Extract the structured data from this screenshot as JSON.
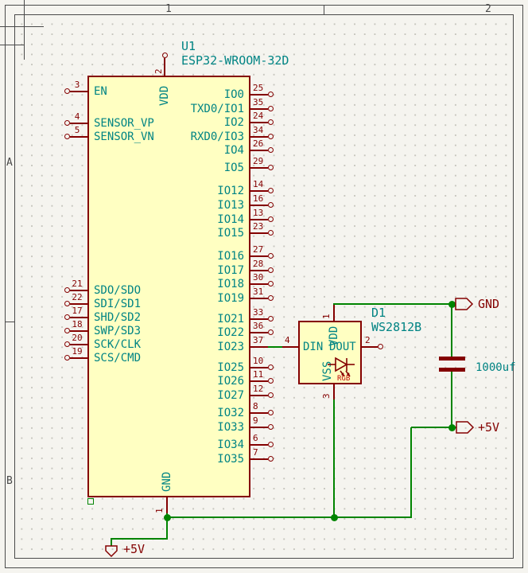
{
  "sheet": {
    "frame": {
      "columns": [
        "1",
        "2"
      ],
      "rows": [
        "A",
        "B"
      ]
    }
  },
  "components": {
    "esp32": {
      "reference": "U1",
      "value": "ESP32-WROOM-32D",
      "top_pin": {
        "name": "VDD",
        "number": "2"
      },
      "bottom_pin": {
        "name": "GND",
        "number": "1"
      },
      "left_pins": [
        {
          "name": "EN",
          "number": "3"
        },
        {
          "name": "SENSOR_VP",
          "number": "4"
        },
        {
          "name": "SENSOR_VN",
          "number": "5"
        },
        {
          "name": "SDO/SDO",
          "number": "21"
        },
        {
          "name": "SDI/SD1",
          "number": "22"
        },
        {
          "name": "SHD/SD2",
          "number": "17"
        },
        {
          "name": "SWP/SD3",
          "number": "18"
        },
        {
          "name": "SCK/CLK",
          "number": "20"
        },
        {
          "name": "SCS/CMD",
          "number": "19"
        }
      ],
      "right_pins": [
        {
          "name": "IO0",
          "number": "25"
        },
        {
          "name": "TXD0/IO1",
          "number": "35"
        },
        {
          "name": "IO2",
          "number": "24"
        },
        {
          "name": "RXD0/IO3",
          "number": "34"
        },
        {
          "name": "IO4",
          "number": "26"
        },
        {
          "name": "IO5",
          "number": "29"
        },
        {
          "name": "IO12",
          "number": "14"
        },
        {
          "name": "IO13",
          "number": "16"
        },
        {
          "name": "IO14",
          "number": "13"
        },
        {
          "name": "IO15",
          "number": "23"
        },
        {
          "name": "IO16",
          "number": "27"
        },
        {
          "name": "IO17",
          "number": "28"
        },
        {
          "name": "IO18",
          "number": "30"
        },
        {
          "name": "IO19",
          "number": "31"
        },
        {
          "name": "IO21",
          "number": "33"
        },
        {
          "name": "IO22",
          "number": "36"
        },
        {
          "name": "IO23",
          "number": "37",
          "connected": true
        },
        {
          "name": "IO25",
          "number": "10"
        },
        {
          "name": "IO26",
          "number": "11"
        },
        {
          "name": "IO27",
          "number": "12"
        },
        {
          "name": "IO32",
          "number": "8"
        },
        {
          "name": "IO33",
          "number": "9"
        },
        {
          "name": "IO34",
          "number": "6"
        },
        {
          "name": "IO35",
          "number": "7"
        }
      ]
    },
    "led": {
      "reference": "D1",
      "value": "WS2812B",
      "pins": {
        "din": {
          "name": "DIN",
          "number": "4"
        },
        "vdd": {
          "name": "VDD",
          "number": "1"
        },
        "dout": {
          "name": "DOUT",
          "number": "2"
        },
        "vss": {
          "name": "VSS",
          "number": "3"
        }
      },
      "rgb_label": "RGB"
    },
    "capacitor": {
      "value": "1000uf"
    }
  },
  "power_labels": {
    "gnd": "GND",
    "v5_right": "+5V",
    "v5_bottom": "+5V"
  },
  "colors": {
    "wire": "#008400",
    "symbol_outline": "#840000",
    "pin_name": "#008484",
    "symbol_fill": "#FFFFC2",
    "background": "#F5F4EF"
  }
}
